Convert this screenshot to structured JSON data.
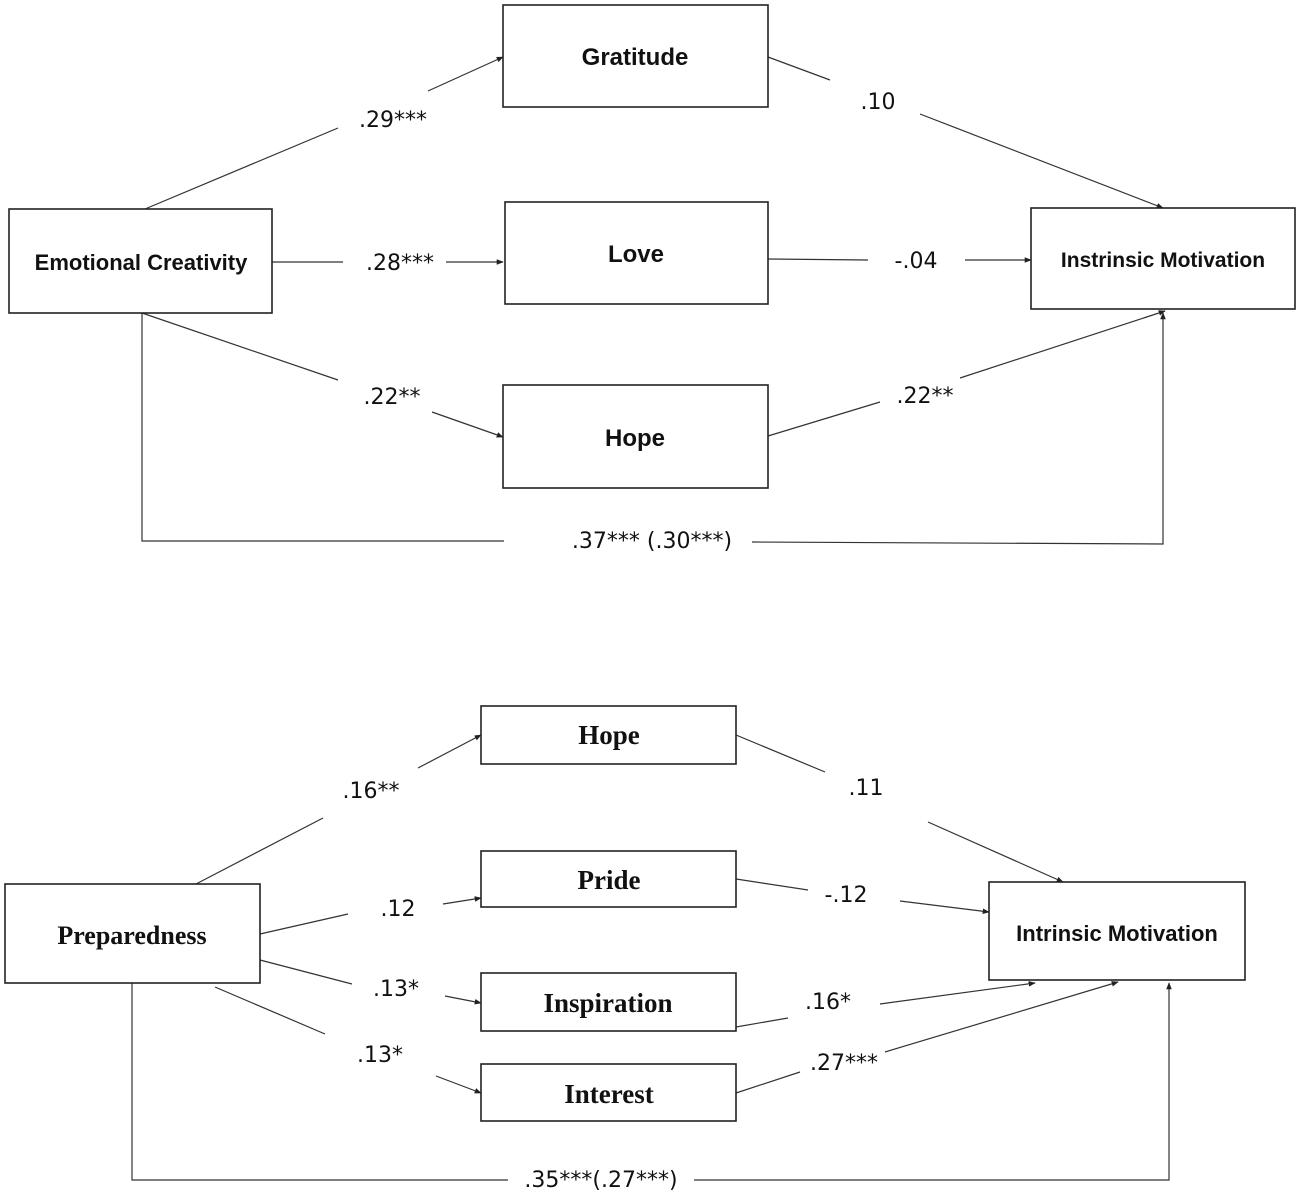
{
  "top_model": {
    "nodes": {
      "predictor": "Emotional Creativity",
      "mediator_1": "Gratitude",
      "mediator_2": "Love",
      "mediator_3": "Hope",
      "outcome": "Instrinsic Motivation"
    },
    "paths": {
      "a1": ".29***",
      "a2": ".28***",
      "a3": ".22**",
      "b1": ".10",
      "b2": "-.04",
      "b3": ".22**",
      "total_direct": ".37*** (.30***)"
    }
  },
  "bottom_model": {
    "nodes": {
      "predictor": "Preparedness",
      "mediator_1": "Hope",
      "mediator_2": "Pride",
      "mediator_3": "Inspiration",
      "mediator_4": "Interest",
      "outcome": "Intrinsic Motivation"
    },
    "paths": {
      "a1": ".16**",
      "a2": ".12",
      "a3": ".13*",
      "a4": ".13*",
      "b1": ".11",
      "b2": "-.12",
      "b3": ".16*",
      "b4": ".27***",
      "total_direct": ".35***(.27***)"
    }
  }
}
